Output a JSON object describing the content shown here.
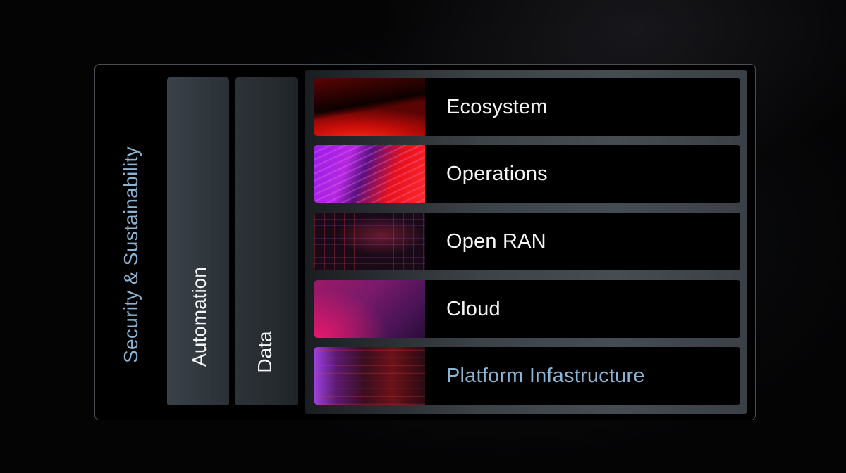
{
  "diagram": {
    "outer_label": "Security & Sustainability",
    "columns": [
      {
        "label": "Automation"
      },
      {
        "label": "Data"
      }
    ],
    "layers": [
      {
        "label": "Ecosystem",
        "image": "red-earth-horizon"
      },
      {
        "label": "Operations",
        "image": "purple-red-light-streaks"
      },
      {
        "label": "Open RAN",
        "image": "network-grid-lights"
      },
      {
        "label": "Cloud",
        "image": "magenta-purple-gradient"
      },
      {
        "label": "Platform Infastructure",
        "image": "purple-red-motion-blur"
      }
    ],
    "colors": {
      "background": "#000000",
      "frame_border": "#4a4d52",
      "accent_text": "#8cb3d1",
      "primary_text": "#f5f5f5",
      "column_fill": "#30373d",
      "separator": "#454c52"
    }
  }
}
